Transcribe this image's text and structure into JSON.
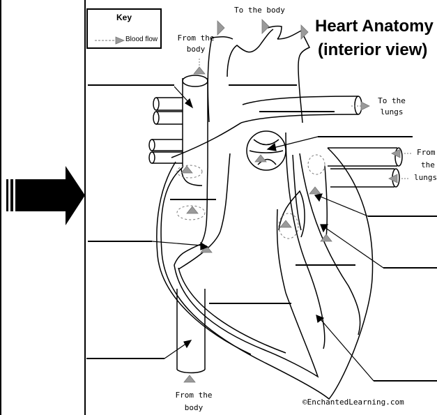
{
  "title": {
    "line1": "Heart Anatomy",
    "line2": "(interior view)"
  },
  "key": {
    "title": "Key",
    "blood_flow": "Blood flow"
  },
  "labels": {
    "to_body_top": "To the body",
    "from_body_top_1": "From the",
    "from_body_top_2": "body",
    "to_lungs_1": "To the",
    "to_lungs_2": "lungs",
    "from_lungs_1": "From",
    "from_lungs_2": "the",
    "from_lungs_3": "lungs",
    "from_body_bottom_1": "From the",
    "from_body_bottom_2": "body"
  },
  "credit": "©EnchantedLearning.com",
  "colors": {
    "outline": "#000000",
    "flow": "#9a9a9a",
    "background": "#ffffff"
  },
  "icons": [
    "right-arrow-icon",
    "blood-flow-arrow-icon"
  ]
}
